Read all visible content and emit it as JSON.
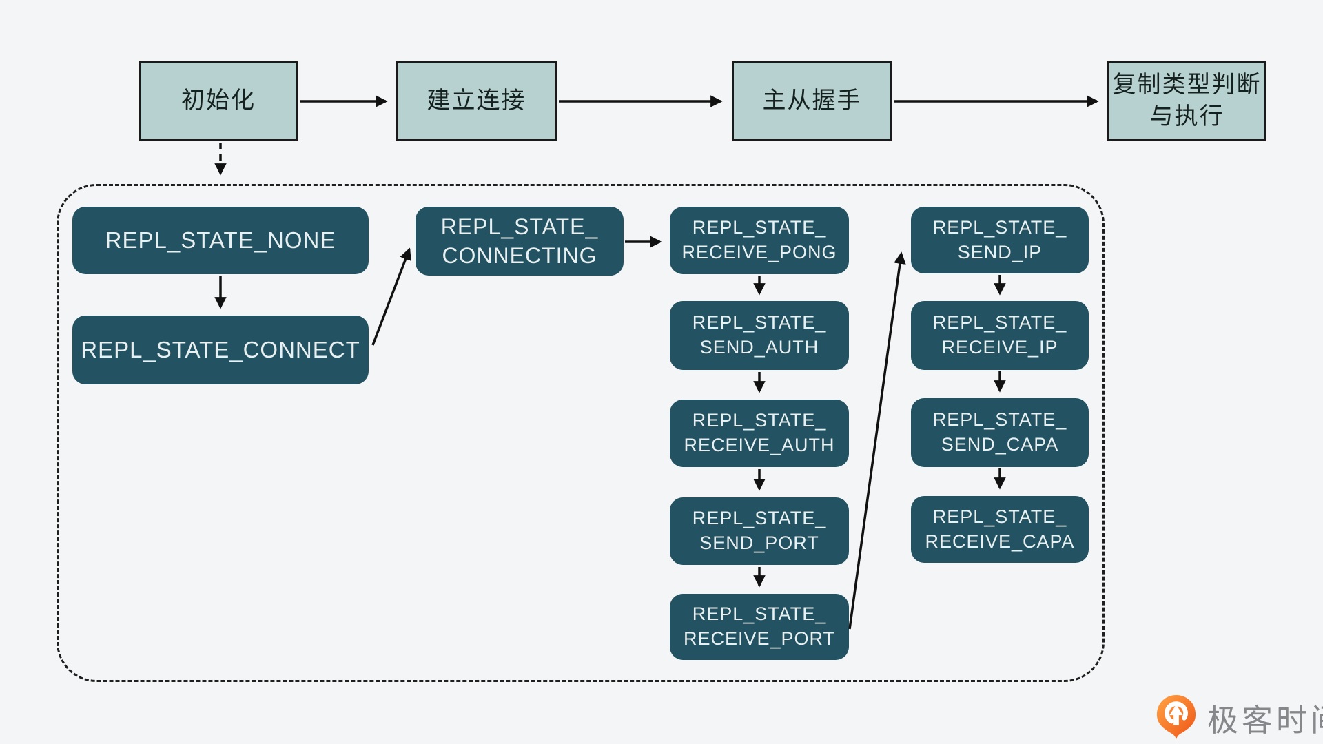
{
  "diagram": {
    "phases": [
      {
        "label": "初始化"
      },
      {
        "label": "建立连接"
      },
      {
        "label": "主从握手"
      },
      {
        "label": "复制类型判断与执行",
        "lines": [
          "复制类型判断",
          "与执行"
        ]
      }
    ],
    "states": {
      "none": {
        "label": "REPL_STATE_NONE"
      },
      "connect": {
        "label": "REPL_STATE_CONNECT"
      },
      "connecting": {
        "lines": [
          "REPL_STATE_",
          "CONNECTING"
        ]
      },
      "receive_pong": {
        "lines": [
          "REPL_STATE_",
          "RECEIVE_PONG"
        ]
      },
      "send_auth": {
        "lines": [
          "REPL_STATE_",
          "SEND_AUTH"
        ]
      },
      "receive_auth": {
        "lines": [
          "REPL_STATE_",
          "RECEIVE_AUTH"
        ]
      },
      "send_port": {
        "lines": [
          "REPL_STATE_",
          "SEND_PORT"
        ]
      },
      "receive_port": {
        "lines": [
          "REPL_STATE_",
          "RECEIVE_PORT"
        ]
      },
      "send_ip": {
        "lines": [
          "REPL_STATE_",
          "SEND_IP"
        ]
      },
      "receive_ip": {
        "lines": [
          "REPL_STATE_",
          "RECEIVE_IP"
        ]
      },
      "send_capa": {
        "lines": [
          "REPL_STATE_",
          "SEND_CAPA"
        ]
      },
      "receive_capa": {
        "lines": [
          "REPL_STATE_",
          "RECEIVE_CAPA"
        ]
      }
    }
  },
  "branding": {
    "logo_text": "极客时间"
  },
  "colors": {
    "background": "#f4f5f6",
    "phase_box_fill": "#b6d1cf",
    "phase_box_border": "#1a1a1a",
    "state_box_fill": "#235362",
    "state_box_text": "#e9f0f1",
    "arrow": "#111111",
    "logo_orange_start": "#ffa344",
    "logo_orange_end": "#ee5418",
    "logo_text_color": "#85878a"
  }
}
